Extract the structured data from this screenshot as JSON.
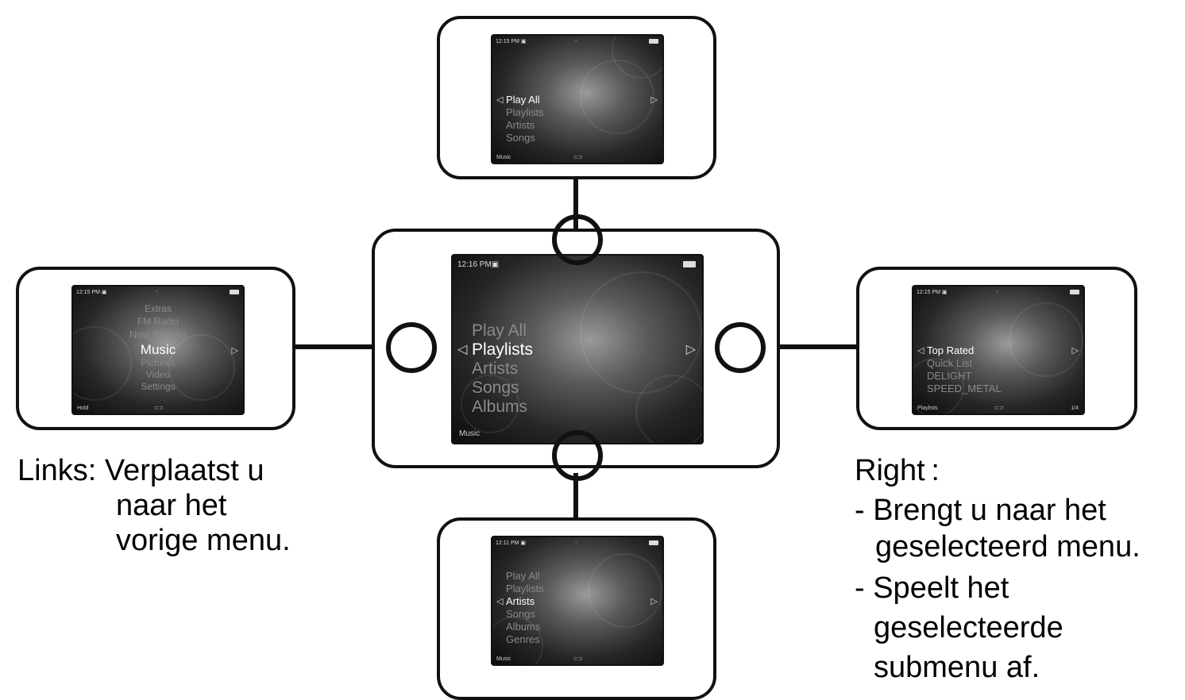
{
  "top": {
    "status": "12:15 PM ▣",
    "items": [
      "Play All",
      "Playlists",
      "Artists",
      "Songs"
    ],
    "selected": 0,
    "footer": "Music"
  },
  "left": {
    "status": "12:15 PM ▣",
    "items": [
      "Extras",
      "FM Radio",
      "Now Playing",
      "Music",
      "Pictures",
      "Video",
      "Settings"
    ],
    "selected": 3,
    "footer": "Hold"
  },
  "center": {
    "status": "12:16 PM▣",
    "items": [
      "Play All",
      "Playlists",
      "Artists",
      "Songs",
      "Albums"
    ],
    "selected": 1,
    "footer": "Music"
  },
  "right": {
    "status": "12:15 PM ▣",
    "items": [
      "Top Rated",
      "Quick List",
      "DELIGHT",
      "SPEED_METAL"
    ],
    "selected": 0,
    "footer": "Playlists",
    "footer_right": "1/4"
  },
  "bottom": {
    "status": "12:11 PM ▣",
    "items": [
      "Play All",
      "Playlists",
      "Artists",
      "Songs",
      "Albums",
      "Genres"
    ],
    "selected": 2,
    "footer": "Music"
  },
  "captions": {
    "left": {
      "line1": "Links: Verplaatst u",
      "line2": "naar het",
      "line3": "vorige menu."
    },
    "right": {
      "line1": "Right :",
      "line2": "- Brengt u naar het",
      "line3": "geselecteerd menu.",
      "line4": "- Speelt het",
      "line5": "geselecteerde",
      "line6": "submenu af."
    }
  },
  "icons": {
    "selection_marker": "triangle-left-outline",
    "next_marker": "triangle-right-outline"
  }
}
